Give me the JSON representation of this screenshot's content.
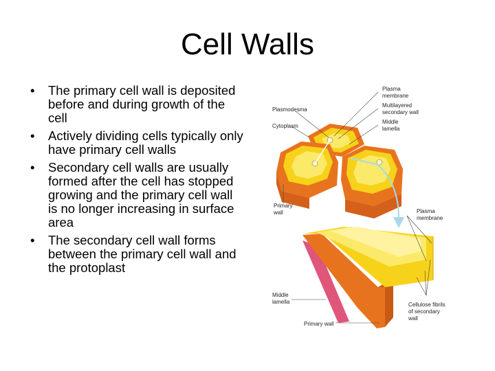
{
  "slide": {
    "title": "Cell Walls",
    "bullets": [
      "The primary cell wall is deposited before and during growth of the cell",
      "Actively dividing cells typically only have primary cell walls",
      "Secondary cell walls are usually formed after the cell has stopped growing and the primary cell wall is no longer increasing in surface area",
      "The secondary cell wall forms between the primary cell wall and the protoplast"
    ],
    "bullet_glyph": "•"
  },
  "figure": {
    "labels": {
      "plasmodesma": "Plasmodesma",
      "cytoplasm": "Cytoplasm",
      "primary_wall_top_1": "Primary",
      "primary_wall_top_2": "wall",
      "plasma_membrane_top_1": "Plasma",
      "plasma_membrane_top_2": "membrane",
      "multilayered_1": "Multilayered",
      "multilayered_2": "secondary wall",
      "middle_lamella_top_1": "Middle",
      "middle_lamella_top_2": "lamella",
      "plasma_membrane_bottom_1": "Plasma",
      "plasma_membrane_bottom_2": "membrane",
      "middle_lamella_bottom_1": "Middle",
      "middle_lamella_bottom_2": "lamella",
      "primary_wall_bottom": "Primary wall",
      "cellulose_1": "Cellulose fibrils",
      "cellulose_2": "of secondary",
      "cellulose_3": "wall"
    },
    "colors": {
      "wall_orange": "#e8731e",
      "cell_yellow": "#f7d21a",
      "inner_yellow": "#fbe96a",
      "lamella_pink": "#e0557a",
      "arrow_blue": "#a8d8ea"
    }
  }
}
